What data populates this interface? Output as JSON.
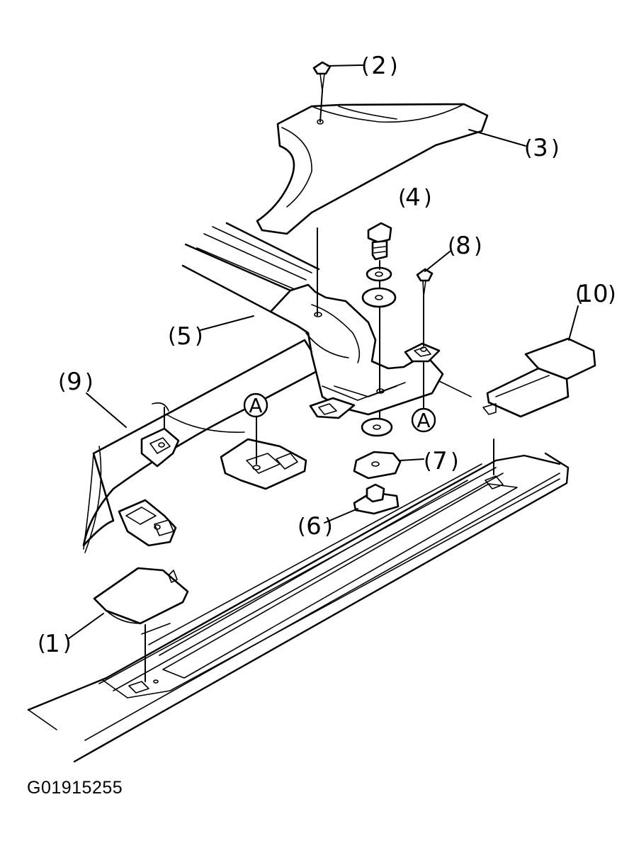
{
  "figure_code": "G01915255",
  "callouts": {
    "c1": "1",
    "c2": "2",
    "c3": "3",
    "c4": "4",
    "c5": "5",
    "c6": "6",
    "c7": "7",
    "c8": "8",
    "c9": "9",
    "c10": "10"
  },
  "references": {
    "ref_a_left": "A",
    "ref_a_right": "A"
  }
}
